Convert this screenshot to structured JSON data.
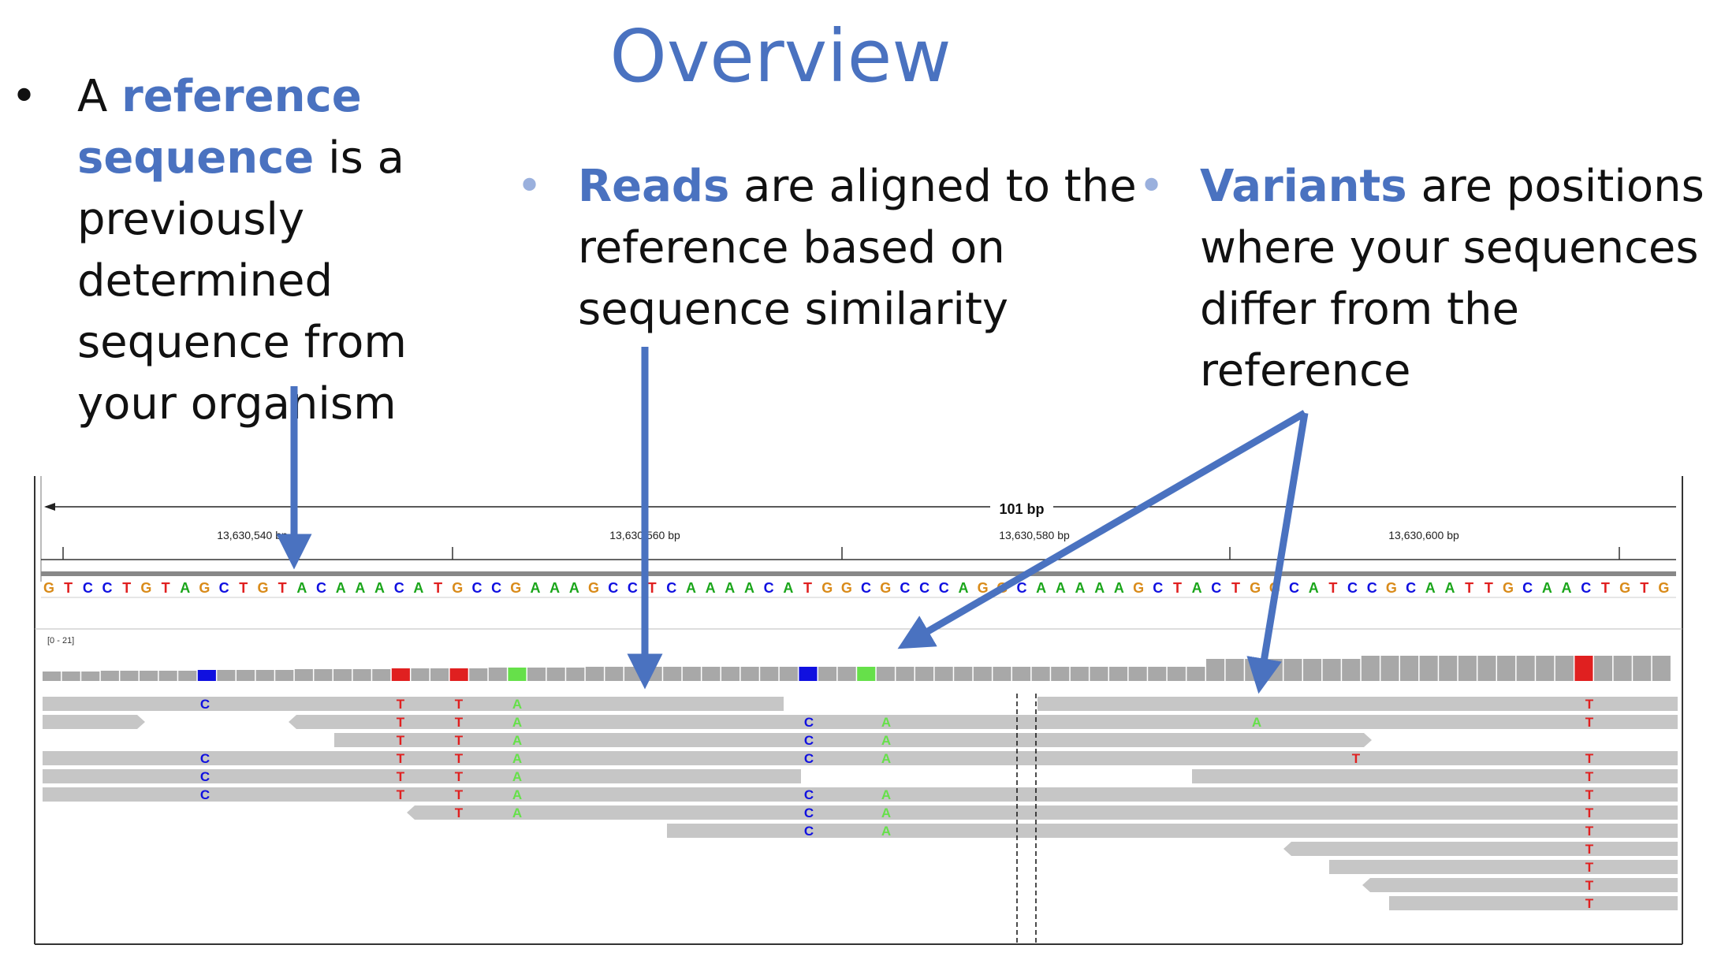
{
  "slide": {
    "title": "Overview",
    "bullets": [
      {
        "bullet": "•",
        "keyword": "reference sequence",
        "prefix": "A ",
        "text": " is a previously determined sequence from your organism"
      },
      {
        "bullet": "•",
        "keyword": "Reads",
        "prefix": "",
        "text": " are aligned to the reference based on sequence similarity"
      },
      {
        "bullet": "•",
        "keyword": "Variants",
        "prefix": "",
        "text": " are positions where your sequences differ from the reference"
      }
    ]
  },
  "igv": {
    "span_label": "101 bp",
    "ruler_labels": [
      "13,630,540 bp",
      "13,630,560 bp",
      "13,630,580 bp",
      "13,630,600 bp"
    ],
    "reference_sequence": "GTCCTGTAGCTGTACAAACATGCCGAAAGCCTCAAAACATGGCGCCCAGGCAAAAAGCTACTGGCATCCGCAATTGCAACTGTG",
    "coverage_range": "[0 - 21]",
    "colors": {
      "A": "#1aa51a",
      "C": "#1010e0",
      "G": "#d98b1a",
      "T": "#e02020",
      "A_mismatch": "#66e04a",
      "read": "#c6c6c6",
      "coverage": "#a8a8a8"
    }
  }
}
